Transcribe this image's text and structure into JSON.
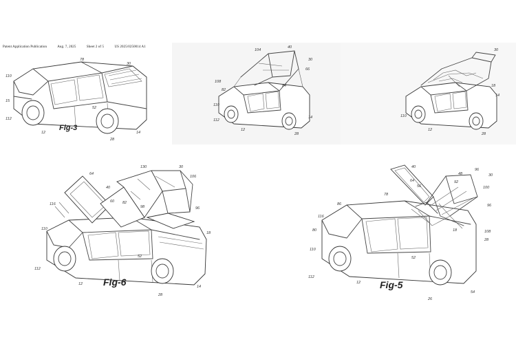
{
  "header": {
    "left": "Patent Application Publication",
    "date": "Aug. 7, 2025",
    "sheet": "Sheet 2 of 5",
    "number": "US 2025/0250014 A1"
  },
  "figures": [
    {
      "caption": "Fig-3",
      "refs": [
        "78",
        "30",
        "110",
        "15",
        "52",
        "112",
        "12",
        "28",
        "14"
      ]
    },
    {
      "caption": "",
      "refs": [
        "108",
        "40",
        "30",
        "104",
        "66",
        "82",
        "84",
        "112",
        "14",
        "28",
        "110",
        "12"
      ]
    },
    {
      "caption": "",
      "refs": [
        "30",
        "14",
        "18",
        "28",
        "110",
        "12"
      ]
    },
    {
      "caption": "Fig-6",
      "refs": [
        "64",
        "130",
        "30",
        "40",
        "106",
        "96",
        "60",
        "82",
        "98",
        "116",
        "110",
        "12",
        "52",
        "18",
        "112",
        "28",
        "14"
      ]
    },
    {
      "caption": "Fig-5",
      "refs": [
        "40",
        "64",
        "48",
        "96",
        "30",
        "86",
        "78",
        "92",
        "100",
        "116",
        "56",
        "96",
        "80",
        "18",
        "108",
        "110",
        "28",
        "112",
        "12",
        "52",
        "26",
        "54"
      ]
    }
  ]
}
